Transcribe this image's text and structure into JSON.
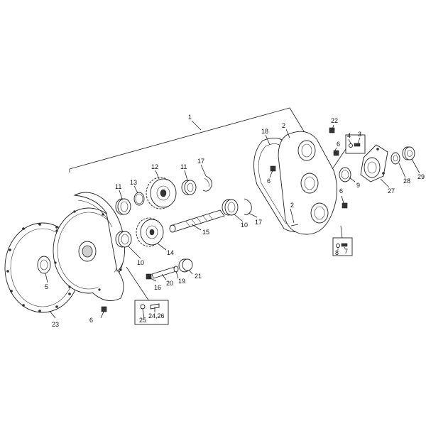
{
  "labels": {
    "l1": "1",
    "l2a": "2",
    "l2b": "2",
    "l3": "3",
    "l4": "4",
    "l5": "5",
    "l6a": "6",
    "l6b": "6",
    "l6c": "6",
    "l6d": "6",
    "l7": "7",
    "l8": "8",
    "l9": "9",
    "l10a": "10",
    "l10b": "10",
    "l11a": "11",
    "l11b": "11",
    "l12": "12",
    "l13": "13",
    "l14": "14",
    "l15": "15",
    "l16": "16",
    "l17a": "17",
    "l17b": "17",
    "l18": "18",
    "l19": "19",
    "l20": "20",
    "l21": "21",
    "l22": "22",
    "l23": "23",
    "l24": "24,26",
    "l25": "25",
    "l27": "27",
    "l28": "28",
    "l29": "29"
  }
}
